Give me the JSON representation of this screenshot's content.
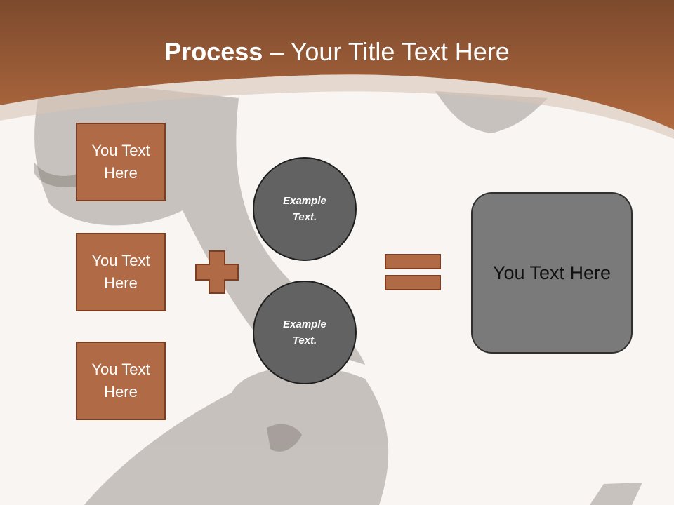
{
  "slide": {
    "title_bold": "Process",
    "title_rest": " – Your Title Text Here"
  },
  "inputs": [
    {
      "label": "You Text Here"
    },
    {
      "label": "You Text Here"
    },
    {
      "label": "You Text Here"
    }
  ],
  "circles": [
    {
      "label": "Example Text."
    },
    {
      "label": "Example Text."
    }
  ],
  "result": {
    "label": "You Text Here"
  },
  "colors": {
    "accent": "#b06a45",
    "accent_dark": "#7a3f22",
    "circle": "#626262",
    "result_box": "#7a7a7a",
    "background": "#f8f5f2"
  },
  "icons": [
    "plus-icon",
    "equals-icon"
  ]
}
